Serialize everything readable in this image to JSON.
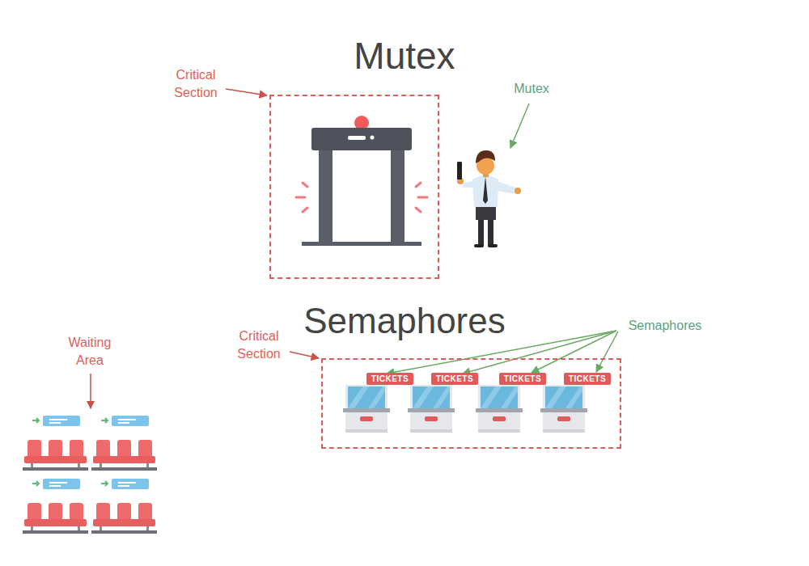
{
  "diagram": {
    "nodes": [
      {
        "text": [
          "Critical Section"
        ]
      },
      {
        "text": [
          "Critical Section"
        ]
      },
      {
        "text": [
          "TICKETS"
        ],
        "in": 1
      },
      {
        "text": [
          "TICKETS"
        ],
        "in": 1
      },
      {
        "text": [
          "TICKETS"
        ],
        "in": 1
      },
      {
        "text": [
          "TICKETS"
        ],
        "in": 1
      }
    ],
    "labels": [
      "Mutex",
      "Mutex",
      "Semaphores",
      "Semaphores",
      "Waiting Area"
    ]
  }
}
